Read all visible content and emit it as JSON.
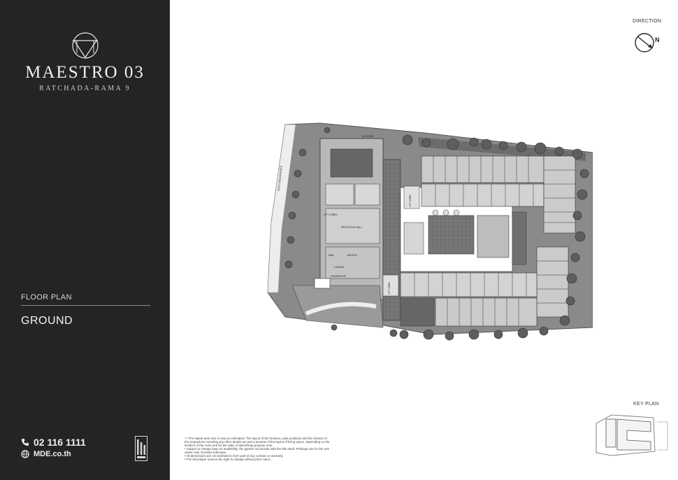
{
  "brand": {
    "name": "MAESTRO 03",
    "subtitle": "RATCHADA-RAMA 9"
  },
  "floor": {
    "section_label": "FLOOR PLAN",
    "name": "GROUND"
  },
  "contact": {
    "phone": "02 116 1111",
    "website": "MDE.co.th",
    "phone_icon": "phone-icon",
    "web_icon": "globe-icon"
  },
  "direction": {
    "label": "DIRECTION",
    "north": "N"
  },
  "key_plan": {
    "label": "KEY PLAN"
  },
  "disclaimer": [
    "* • The stated area size is only an estimated. The layout of the furniture, pole positions and the division of the proportions including any other details are just a preview of the layout of living space, depending on the location of the room and for the sake of advertising purpose only.",
    "• Subject to change base on availability, the garden not include with the title deed. Privilege use for the unit owner only. Exclude softscape.",
    "• All dimensions are not intended to form part of any contract or warranty.",
    "• The Developer reserve the right to change without prior notice."
  ],
  "plan_labels": {
    "drop_zone": "NO ZONE",
    "road": "RATCHADAPHISEK",
    "lift_lobby_a": "LIFT LOBBY",
    "lift_lobby_b": "LIFT LOBBY",
    "lift_lobby_c": "LIFT LOBBY",
    "reception": "RECEPTION HALL",
    "mail": "MAIL",
    "juristic": "JURISTIC",
    "lounge": "LOUNGE",
    "generator": "GENERATOR"
  },
  "colors": {
    "sidebar_bg": "#242424",
    "accent_text": "#f0f0f0"
  }
}
